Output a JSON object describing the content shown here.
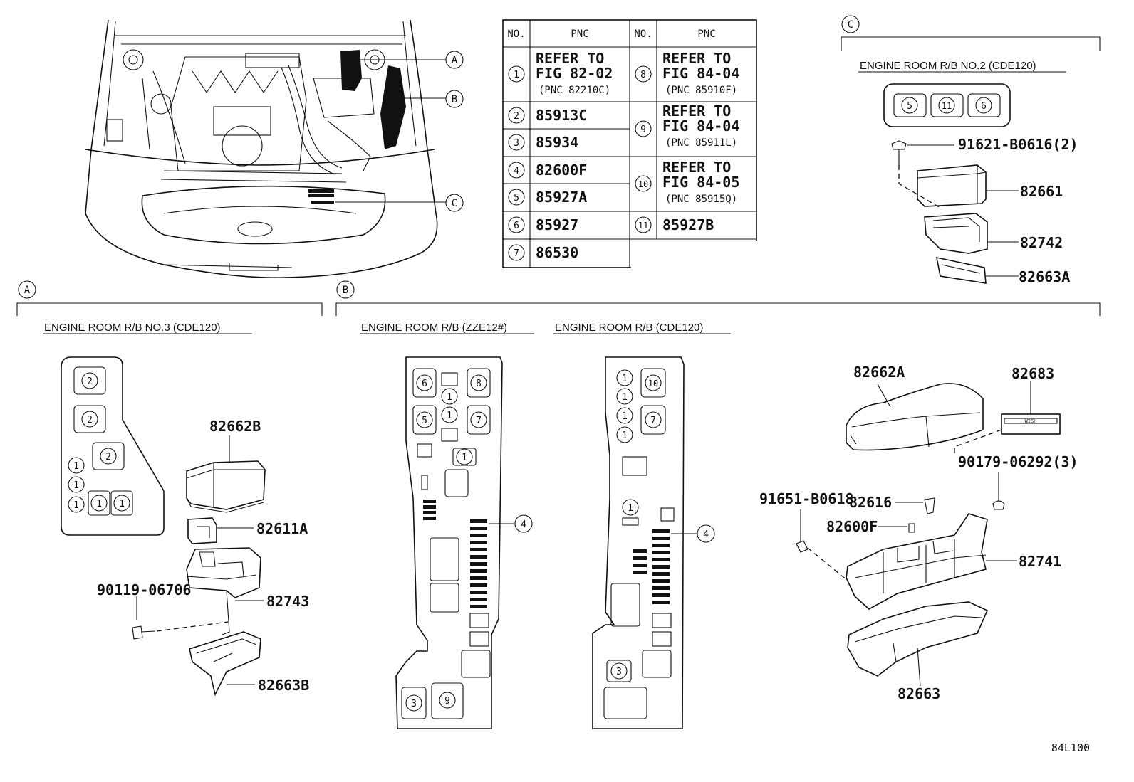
{
  "diagram_code": "84L100",
  "callouts": {
    "a": "A",
    "b": "B",
    "c": "C"
  },
  "table": {
    "headers": {
      "no": "NO.",
      "pnc": "PNC"
    },
    "rows_left": [
      {
        "no": "1",
        "pnc_lines": [
          "REFER TO",
          "FIG 82-02",
          "(PNC 82210C)"
        ]
      },
      {
        "no": "2",
        "pnc_lines": [
          "85913C"
        ]
      },
      {
        "no": "3",
        "pnc_lines": [
          "85934"
        ]
      },
      {
        "no": "4",
        "pnc_lines": [
          "82600F"
        ]
      },
      {
        "no": "5",
        "pnc_lines": [
          "85927A"
        ]
      },
      {
        "no": "6",
        "pnc_lines": [
          "85927"
        ]
      },
      {
        "no": "7",
        "pnc_lines": [
          "86530"
        ]
      }
    ],
    "rows_right": [
      {
        "no": "8",
        "pnc_lines": [
          "REFER TO",
          "FIG 84-04",
          "(PNC 85910F)"
        ]
      },
      {
        "no": "9",
        "pnc_lines": [
          "REFER TO",
          "FIG 84-04",
          "(PNC 85911L)"
        ]
      },
      {
        "no": "10",
        "pnc_lines": [
          "REFER TO",
          "FIG 84-05",
          "(PNC 85915Q)"
        ]
      },
      {
        "no": "11",
        "pnc_lines": [
          "85927B"
        ]
      }
    ]
  },
  "section_a": {
    "title": "ENGINE ROOM R/B NO.3 (CDE120)",
    "box_numbers": [
      "2",
      "2",
      "2",
      "1",
      "1",
      "1",
      "1",
      "1"
    ],
    "parts": {
      "cover": "82662B",
      "clip": "82611A",
      "block": "82743",
      "bolt": "90119-06706",
      "lower": "82663B"
    }
  },
  "section_b": {
    "title_1": "ENGINE ROOM R/B (ZZE12#)",
    "title_2": "ENGINE ROOM R/B (CDE120)",
    "box1_numbers": [
      "6",
      "8",
      "1",
      "1",
      "5",
      "7",
      "1",
      "4",
      "3",
      "9"
    ],
    "box2_numbers": [
      "1",
      "10",
      "1",
      "1",
      "7",
      "1",
      "1",
      "4",
      "3"
    ],
    "parts": {
      "cover": "82662A",
      "label": "82683",
      "label_text": "WISH",
      "clip": "90179-06292(3)",
      "bolt": "91651-B0618",
      "relay": "82616",
      "fuse": "82600F",
      "block": "82741",
      "lower": "82663"
    }
  },
  "section_c": {
    "title": "ENGINE ROOM R/B NO.2 (CDE120)",
    "box_numbers": [
      "5",
      "11",
      "6"
    ],
    "parts": {
      "bolt": "91621-B0616(2)",
      "cover": "82661",
      "block": "82742",
      "lower": "82663A"
    }
  }
}
